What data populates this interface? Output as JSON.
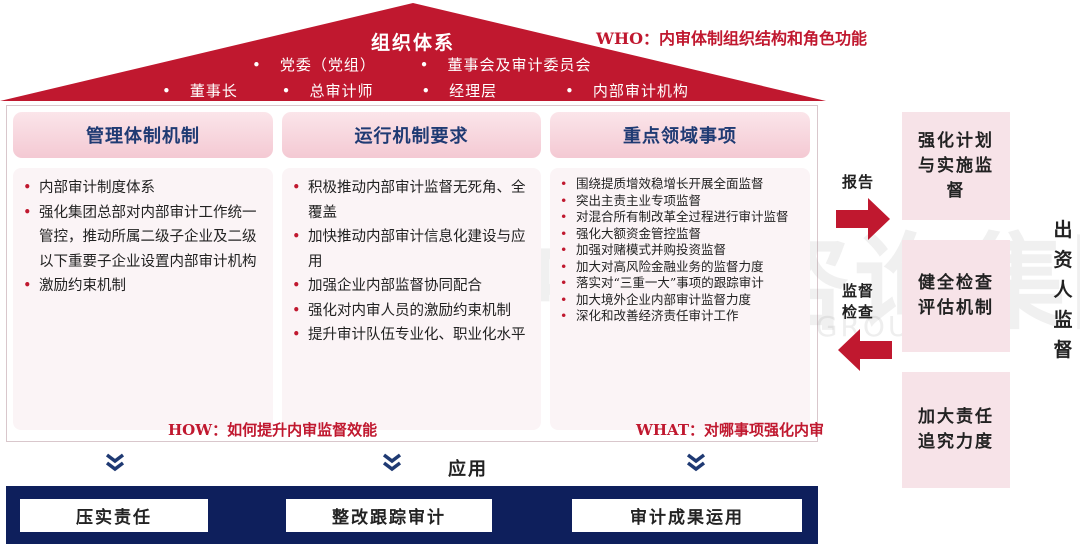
{
  "roof": {
    "title": "组织体系",
    "row1": [
      "党委（党组）",
      "董事会及审计委员会"
    ],
    "row2": [
      "董事长",
      "总审计师",
      "经理层",
      "内部审计机构"
    ]
  },
  "who_label": "WHO：内审体制组织结构和角色功能",
  "columns": [
    {
      "title": "管理体制机制",
      "items": [
        "内部审计制度体系",
        "强化集团总部对内部审计工作统一管控，推动所属二级子企业及二级以下重要子企业设置内部审计机构",
        "激励约束机制"
      ]
    },
    {
      "title": "运行机制要求",
      "items": [
        "积极推动内部审计监督无死角、全覆盖",
        "加快推动内部审计信息化建设与应用",
        "加强企业内部监督协同配合",
        "强化对内审人员的激励约束机制",
        "提升审计队伍专业化、职业化水平"
      ]
    },
    {
      "title": "重点领域事项",
      "items": [
        "围绕提质增效稳增长开展全面监督",
        "突出主责主业专项监督",
        "对混合所有制改革全过程进行审计监督",
        "强化大额资金管控监督",
        "加强对赌模式并购投资监督",
        "加大对高风险金融业务的监督力度",
        "落实对“三重一大”事项的跟踪审计",
        "加大境外企业内部审计监督力度",
        "深化和改善经济责任审计工作"
      ]
    }
  ],
  "watermark": {
    "logo_text": "中大咨询集团",
    "sub_text": "MANAGEMENT PROFESSIONAL GROUP"
  },
  "how_label": "HOW：如何提升内审监督效能",
  "what_label": "WHAT：对哪事项强化内审",
  "apply_label": "应用",
  "bottom_items": [
    "压实责任",
    "整改跟踪审计",
    "审计成果运用"
  ],
  "side": {
    "report_label": "报告",
    "check_label": "监督检查",
    "boxes": [
      "强化计划与实施监督",
      "健全检查评估机制",
      "加大责任追究力度"
    ],
    "vertical_label": "出资人监督"
  },
  "colors": {
    "roof_red": "#c0182f",
    "navy": "#0e1f5c",
    "pink_light": "#fbe5ea",
    "pink_mid": "#f4c9d3",
    "heading_blue": "#1f3a73"
  }
}
